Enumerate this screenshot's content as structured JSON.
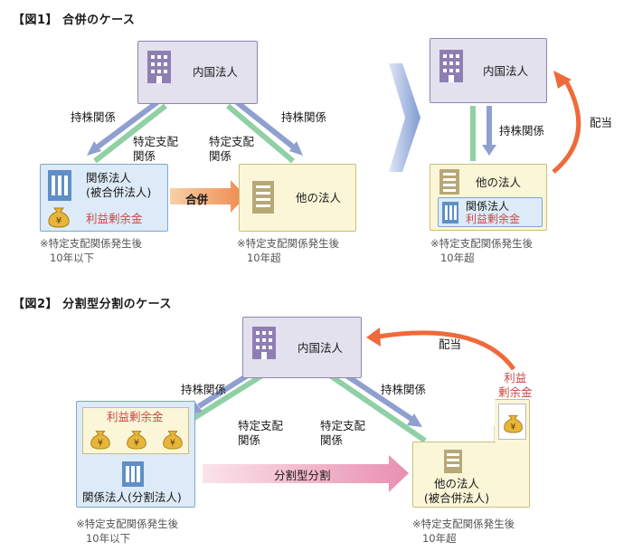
{
  "fig1": {
    "heading": "【図1】 合併のケース",
    "naikoku": "内国法人",
    "mochikabu_left": "持株関係",
    "mochikabu_right": "持株関係",
    "tokutei_left_l1": "特定支配",
    "tokutei_left_l2": "関係",
    "tokutei_right_l1": "特定支配",
    "tokutei_right_l2": "関係",
    "kankei_l1": "関係法人",
    "kankei_l2": "(被合併法人)",
    "rieki": "利益剰余金",
    "gappei": "合併",
    "tano": "他の法人",
    "note_left_l1": "※特定支配関係発生後",
    "note_left_l2": "10年以下",
    "note_right_l1": "※特定支配関係発生後",
    "note_right_l2": "10年超"
  },
  "fig1_after": {
    "naikoku": "内国法人",
    "mochikabu": "持株関係",
    "haito": "配当",
    "tano": "他の法人",
    "kankei": "関係法人",
    "rieki": "利益剰余金",
    "note_l1": "※特定支配関係発生後",
    "note_l2": "10年超"
  },
  "fig2": {
    "heading": "【図2】 分割型分割のケース",
    "naikoku": "内国法人",
    "haito": "配当",
    "rieki_side_l1": "利益",
    "rieki_side_l2": "剰余金",
    "mochikabu_left": "持株関係",
    "mochikabu_right": "持株関係",
    "tokutei_left_l1": "特定支配",
    "tokutei_left_l2": "関係",
    "tokutei_right_l1": "特定支配",
    "tokutei_right_l2": "関係",
    "rieki_top": "利益剰余金",
    "kankei": "関係法人(分割法人)",
    "bunkatsu": "分割型分割",
    "tano_l1": "他の法人",
    "tano_l2": "(被合併法人)",
    "note_left_l1": "※特定支配関係発生後",
    "note_left_l2": "10年以下",
    "note_right_l1": "※特定支配関係発生後",
    "note_right_l2": "10年超"
  },
  "colors": {
    "mochikabu_arrow": "#8f9fcf",
    "tokutei_line": "#8fd0a4",
    "haito_arrow": "#ef6a3a",
    "gappei_arrow": "#f0a56e",
    "bunkatsu_arrow": "#eda2bd",
    "big_arrow": "#8fa7d8",
    "naikoku_bg": "#e4e1ef",
    "kankei_bg": "#dcebf7",
    "tano_bg": "#fbf6d8"
  },
  "icons": [
    "building-icon",
    "money-bag-icon",
    "yen-sign"
  ]
}
